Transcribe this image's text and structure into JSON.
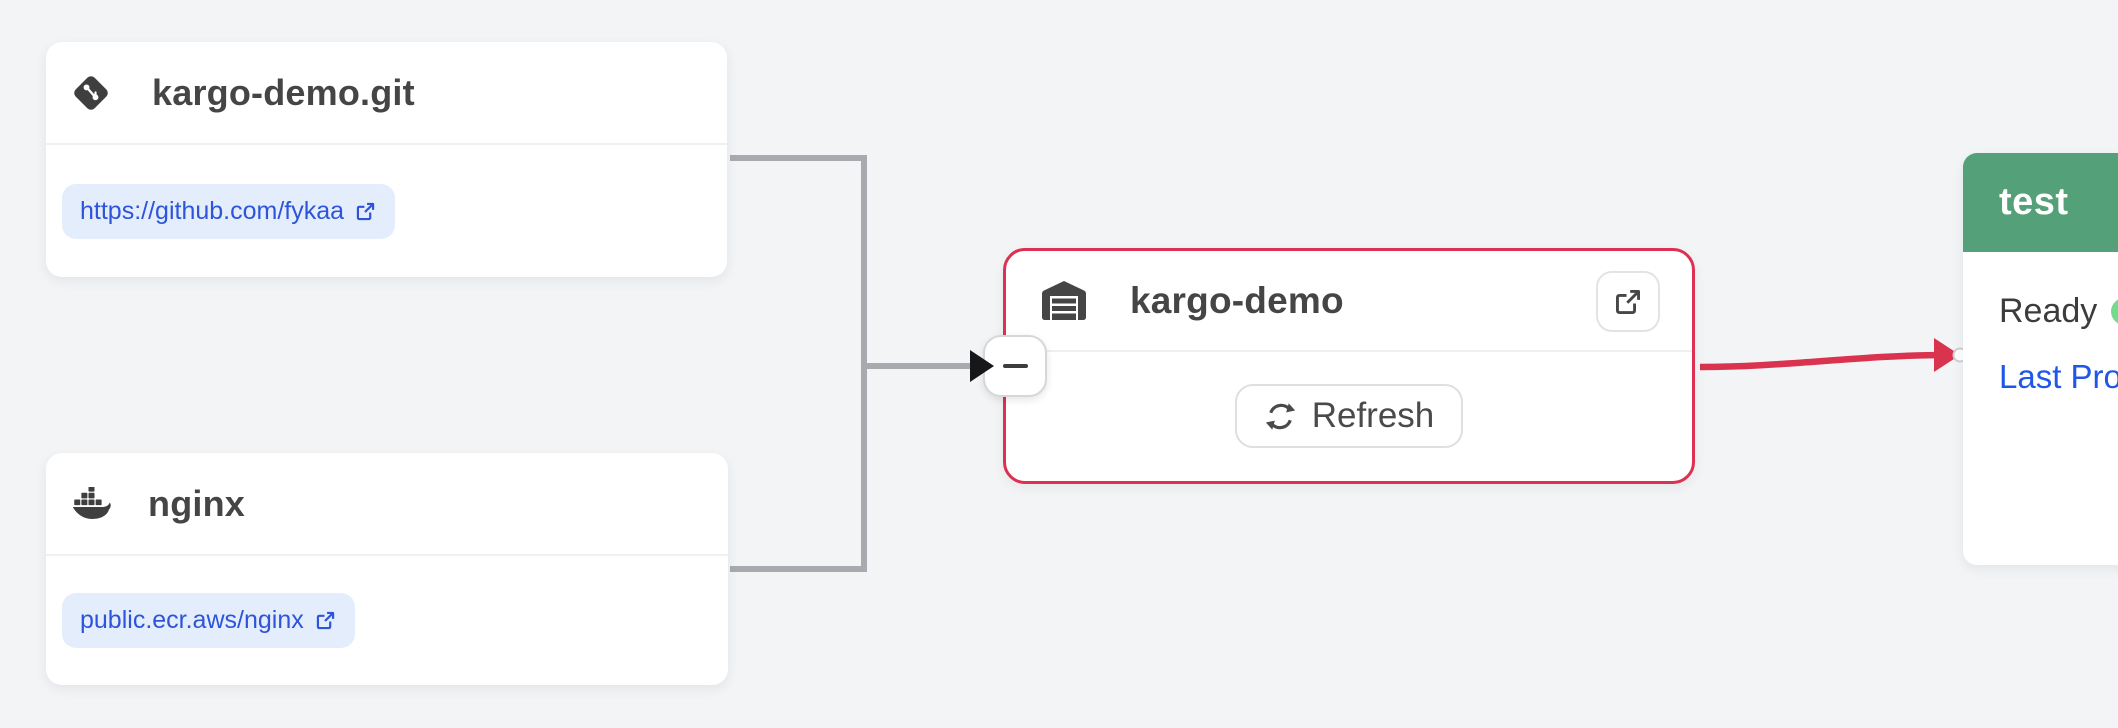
{
  "colors": {
    "background": "#f2f4f6",
    "edge_gray": "#a9a9b0",
    "edge_red": "#d93350",
    "warehouse_border": "#dc3150",
    "stage_header_green": "#54a078",
    "ready_dot_green": "#74da8c",
    "link_blue": "#2e54d9",
    "promotion_link_blue": "#2057e9",
    "pill_bg": "#e4edfc",
    "title_gray": "#454545"
  },
  "nodes": {
    "git_repo_card": {
      "icon": "git-icon",
      "title": "kargo-demo.git",
      "link_label": "https://github.com/fykaa"
    },
    "image_repo_card": {
      "icon": "docker-icon",
      "title": "nginx",
      "link_label": "public.ecr.aws/nginx"
    },
    "warehouse_card": {
      "icon": "warehouse-icon",
      "title": "kargo-demo",
      "refresh_button_label": "Refresh",
      "open_button_icon": "external-link-icon"
    },
    "stage_card": {
      "title": "test",
      "ready_label": "Ready",
      "last_promotion_label": "Last Promotion"
    }
  },
  "controls": {
    "collapse_button_icon": "minus-icon"
  }
}
